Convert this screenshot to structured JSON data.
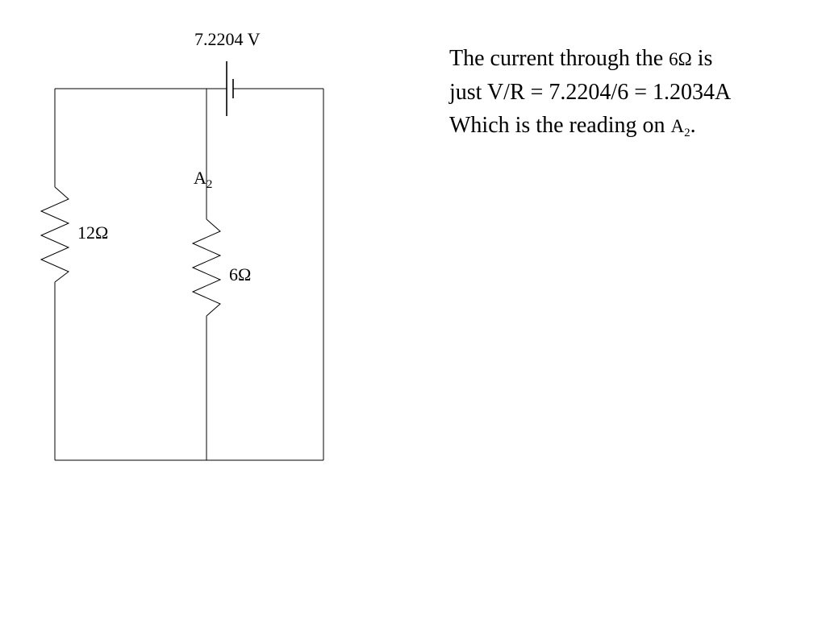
{
  "diagram": {
    "battery_voltage": "7.2204 V",
    "resistor_left": "12Ω",
    "resistor_middle": "6Ω",
    "ammeter_letter": "A",
    "ammeter_subscript": "2"
  },
  "explanation": {
    "line1_a": "The current through the ",
    "line1_res": "6Ω",
    "line1_b": " is",
    "line2": "just V/R = 7.2204/6 = 1.2034A",
    "line3_a": "Which is the reading on ",
    "line3_meter": "A",
    "line3_sub": "2",
    "line3_end": "."
  }
}
